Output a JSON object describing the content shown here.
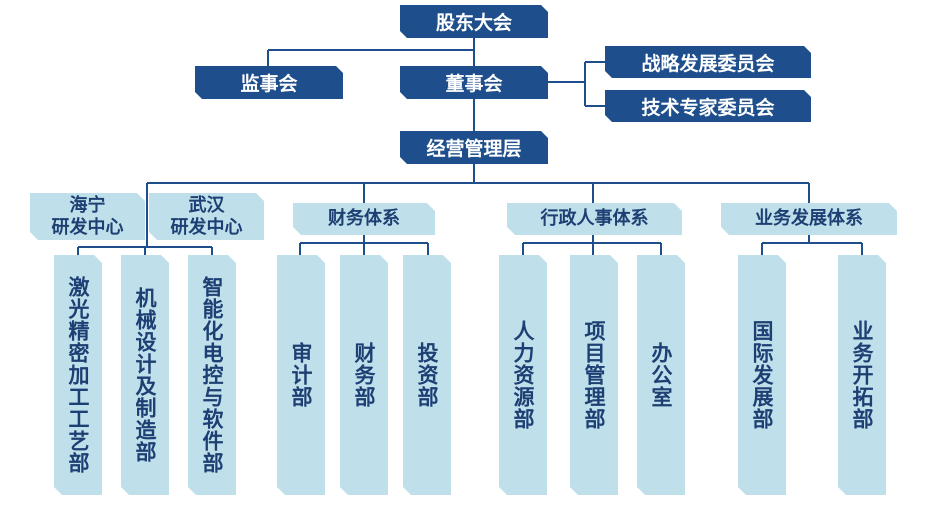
{
  "top": {
    "shareholders": "股东大会",
    "supervisors": "监事会",
    "board": "董事会",
    "strategy_committee": "战略发展委员会",
    "tech_committee": "技术专家委员会",
    "management": "经营管理层"
  },
  "groups": {
    "haining_rd": "海宁\n研发中心",
    "wuhan_rd": "武汉\n研发中心",
    "finance": "财务体系",
    "admin_hr": "行政人事体系",
    "business": "业务发展体系"
  },
  "departments": {
    "laser": "激光精密加工工艺部",
    "mechanical": "机械设计及制造部",
    "intelligent": "智能化电控与软件部",
    "audit": "审计部",
    "finance_dept": "财务部",
    "investment": "投资部",
    "hr": "人力资源部",
    "project": "项目管理部",
    "office": "办公室",
    "international": "国际发展部",
    "business_dev": "业务开拓部"
  }
}
